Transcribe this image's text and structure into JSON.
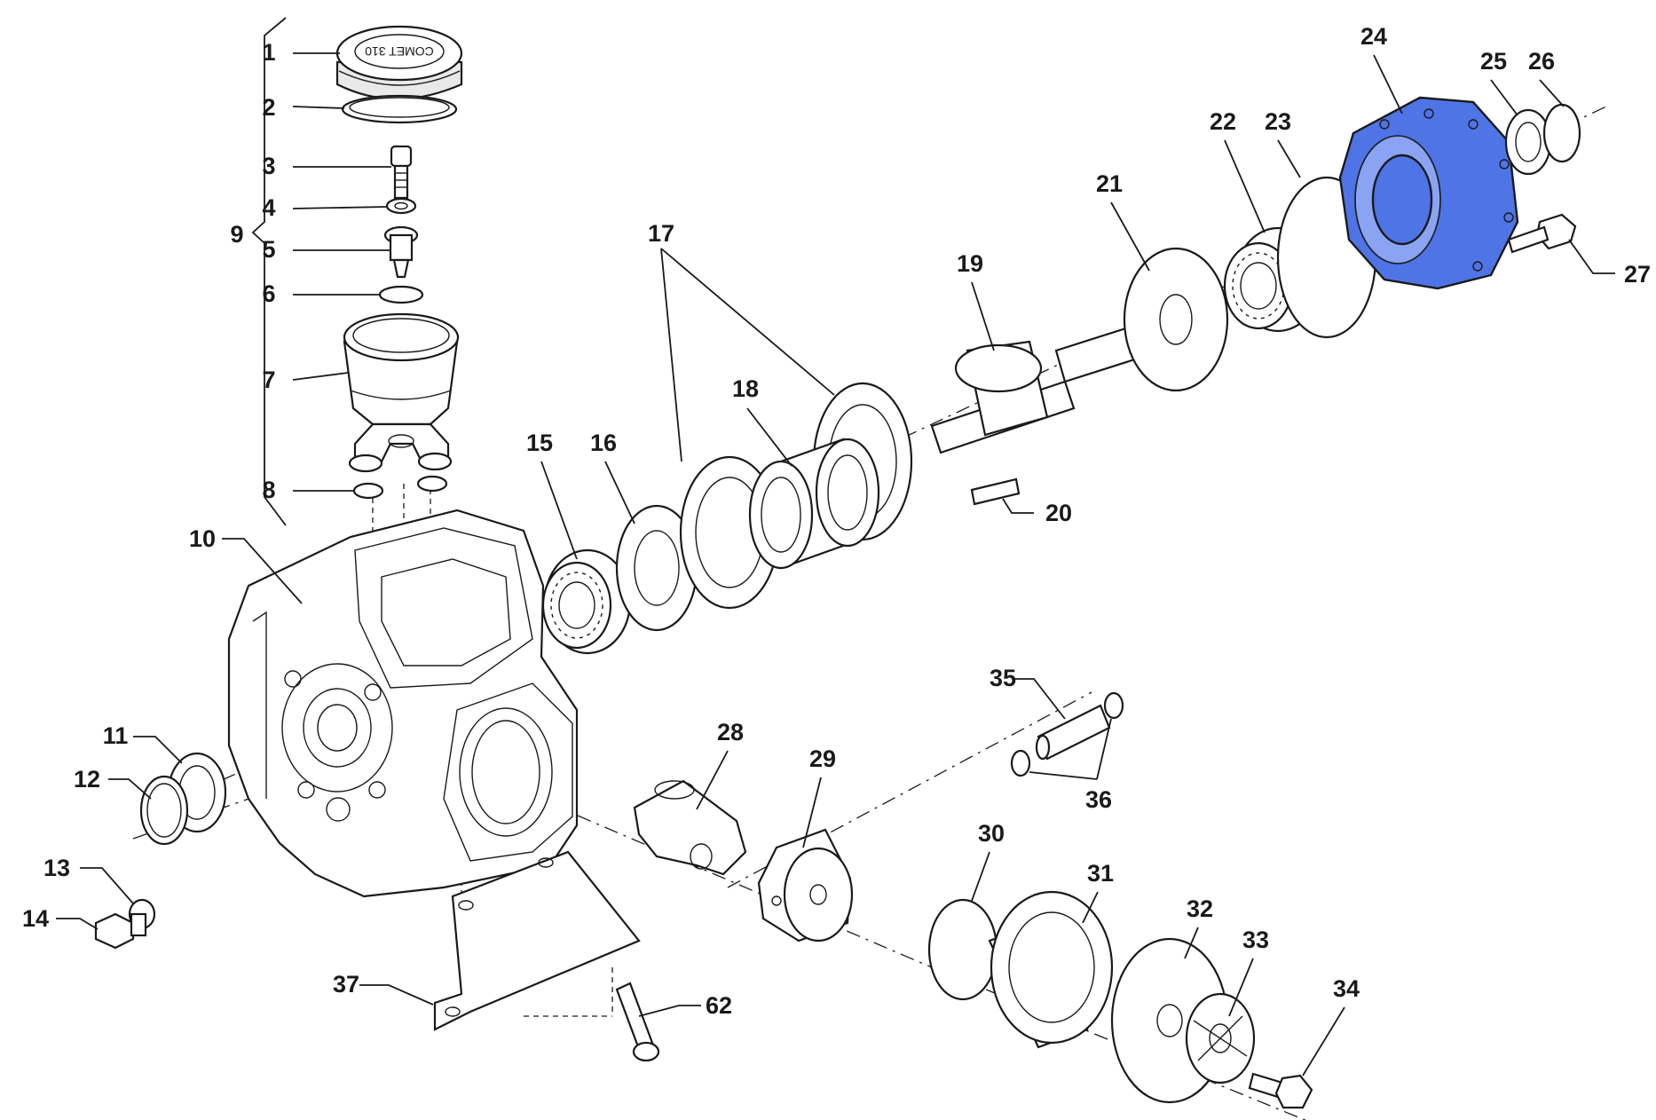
{
  "diagram": {
    "callouts": [
      "1",
      "2",
      "3",
      "4",
      "5",
      "6",
      "7",
      "8",
      "9",
      "10",
      "11",
      "12",
      "13",
      "14",
      "15",
      "16",
      "17",
      "18",
      "19",
      "20",
      "21",
      "22",
      "23",
      "24",
      "25",
      "26",
      "27",
      "28",
      "29",
      "30",
      "31",
      "32",
      "33",
      "34",
      "35",
      "36",
      "37",
      "62"
    ],
    "cap_lettering": "COMET 310",
    "highlighted_part": "24",
    "highlight_color": "#4f74e6",
    "line_color": "#1a1a1a",
    "background_color": "#ffffff"
  }
}
